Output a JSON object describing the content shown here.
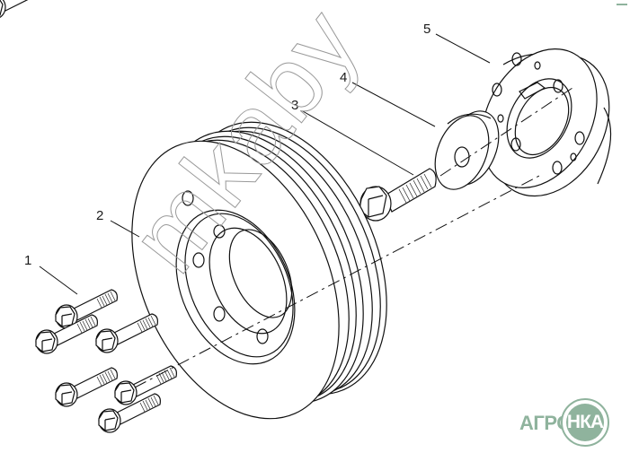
{
  "diagram": {
    "title": "Crankshaft pulley assembly exploded view",
    "callouts": [
      {
        "number": "1",
        "part": "flange-bolt-set"
      },
      {
        "number": "2",
        "part": "crankshaft-pulley"
      },
      {
        "number": "3",
        "part": "center-bolt"
      },
      {
        "number": "4",
        "part": "thrust-washer"
      },
      {
        "number": "5",
        "part": "hub-flange"
      }
    ],
    "bolt_count_part_1": 6
  },
  "watermark": {
    "text": "mkaby"
  },
  "logo": {
    "left_text": "АГРО",
    "circle_text": "НКА",
    "color": "#8fb39d"
  }
}
